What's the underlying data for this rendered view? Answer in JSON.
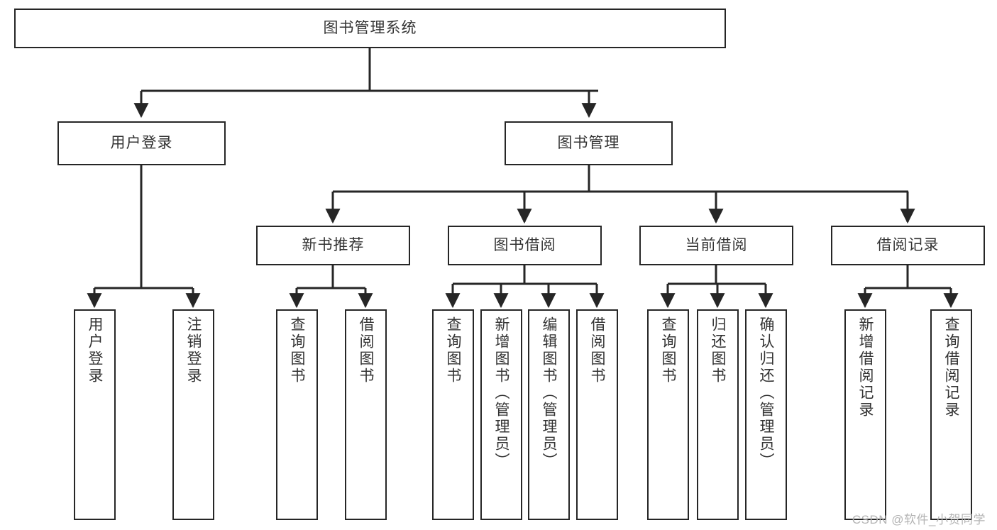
{
  "diagram": {
    "title_node": {
      "id": "root",
      "label": "图书管理系统"
    },
    "level2": [
      {
        "id": "user-login",
        "label": "用户登录"
      },
      {
        "id": "book-management",
        "label": "图书管理"
      }
    ],
    "level3": [
      {
        "id": "new-book-recommend",
        "label": "新书推荐"
      },
      {
        "id": "book-borrow",
        "label": "图书借阅"
      },
      {
        "id": "current-borrow",
        "label": "当前借阅"
      },
      {
        "id": "borrow-record",
        "label": "借阅记录"
      }
    ],
    "leaves": {
      "user_login": [
        {
          "id": "leaf-user-login",
          "label": "用户登录"
        },
        {
          "id": "leaf-logout-login",
          "label": "注销登录"
        }
      ],
      "new_book_recommend": [
        {
          "id": "leaf-query-book-1",
          "label": "查询图书"
        },
        {
          "id": "leaf-borrow-book-1",
          "label": "借阅图书"
        }
      ],
      "book_borrow": [
        {
          "id": "leaf-query-book-2",
          "label": "查询图书"
        },
        {
          "id": "leaf-add-book",
          "label": "新增图书（管理员）"
        },
        {
          "id": "leaf-edit-book",
          "label": "编辑图书（管理员）"
        },
        {
          "id": "leaf-borrow-book-2",
          "label": "借阅图书"
        }
      ],
      "current_borrow": [
        {
          "id": "leaf-query-book-3",
          "label": "查询图书"
        },
        {
          "id": "leaf-return-book",
          "label": "归还图书"
        },
        {
          "id": "leaf-confirm-return",
          "label": "确认归还（管理员）"
        }
      ],
      "borrow_record": [
        {
          "id": "leaf-add-record",
          "label": "新增借阅记录"
        },
        {
          "id": "leaf-query-record",
          "label": "查询借阅记录"
        }
      ]
    },
    "colors": {
      "stroke": "#262626",
      "box_fill": "#ffffff",
      "text": "#333333",
      "watermark": "#b4b4b4",
      "background": "#ffffff"
    }
  },
  "watermark": {
    "text": "CSDN @软件_小贺同学"
  }
}
